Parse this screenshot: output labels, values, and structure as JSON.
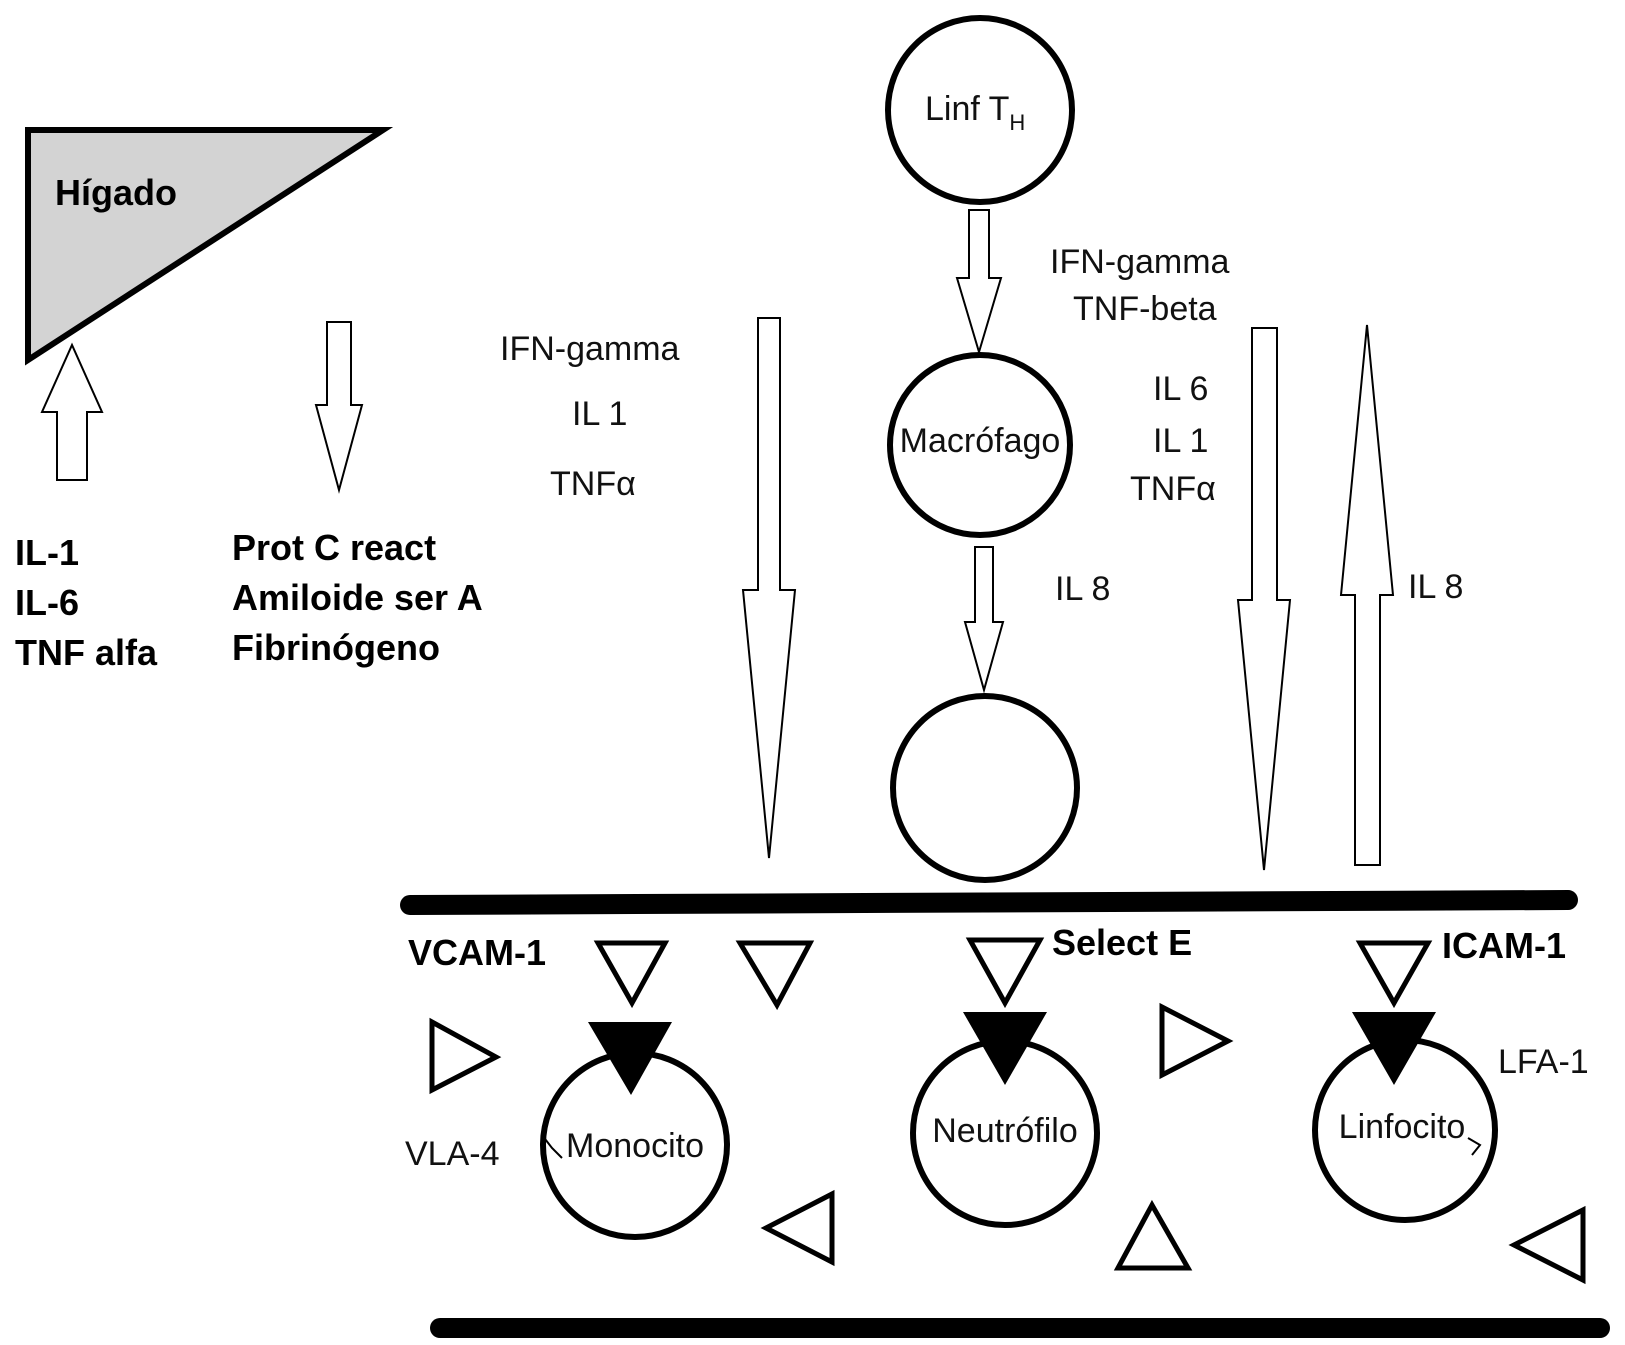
{
  "liver": {
    "label": "Hígado"
  },
  "liver_inputs": [
    "IL-1",
    "IL-6",
    "TNF alfa"
  ],
  "liver_outputs": [
    "Prot C react",
    "Amiloide ser A",
    "Fibrinógeno"
  ],
  "cells": {
    "lymph_th": {
      "label": "Linf T",
      "subscript": "H"
    },
    "macrophage": "Macrófago",
    "monocyte": "Monocito",
    "neutrophil": "Neutrófilo",
    "lymphocyte": "Linfocito"
  },
  "th_cytokines": [
    "IFN-gamma",
    "TNF-beta"
  ],
  "left_cytokines": [
    "IFN-gamma",
    "IL 1",
    "TNFα"
  ],
  "right_cytokines": [
    "IL 6",
    "IL 1",
    "TNFα"
  ],
  "il8_center": "IL 8",
  "il8_right": "IL 8",
  "adhesion": {
    "vcam": "VCAM-1",
    "selectin": "Select E",
    "icam": "ICAM-1",
    "vla": "VLA-4",
    "lfa": "LFA-1"
  }
}
